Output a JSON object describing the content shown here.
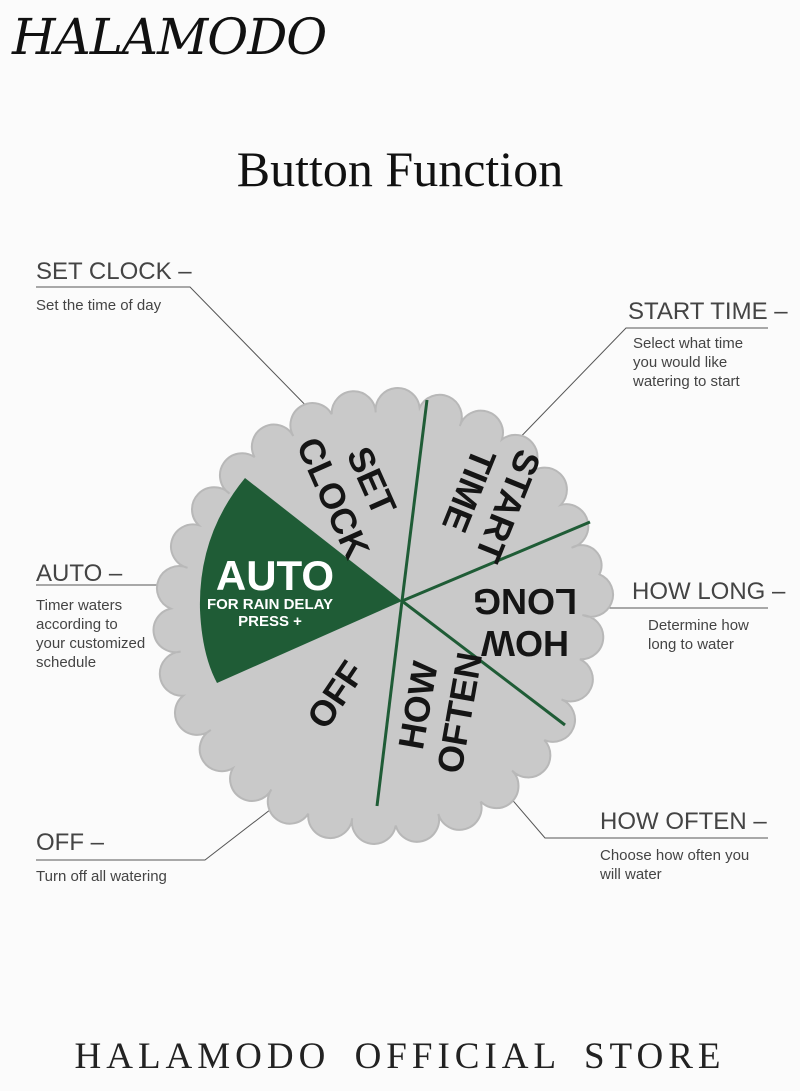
{
  "brand": {
    "logo": "HALAMODO",
    "footer": "HALAMODO  OFFICIAL  STORE"
  },
  "title": "Button Function",
  "dial": {
    "segments": {
      "auto": "AUTO",
      "auto_sub1": "FOR RAIN DELAY",
      "auto_sub2": "PRESS +",
      "set1": "SET",
      "set2": "CLOCK",
      "start1": "START",
      "start2": "TIME",
      "long1": "HOW",
      "long2": "LONG",
      "often1": "HOW",
      "often2": "OFTEN",
      "off": "OFF"
    },
    "colors": {
      "body": "#c9c9c9",
      "auto_fill": "#1f5c36",
      "divider": "#1f5c36",
      "text": "#151515"
    }
  },
  "callouts": {
    "set_clock": {
      "title": "SET CLOCK –",
      "desc": [
        "Set the time of day"
      ]
    },
    "start_time": {
      "title": "START TIME –",
      "desc": [
        "Select what time",
        "you would like",
        "watering to start"
      ]
    },
    "auto": {
      "title": "AUTO –",
      "desc": [
        "Timer waters",
        "according to",
        "your customized",
        "schedule"
      ]
    },
    "how_long": {
      "title": "HOW LONG –",
      "desc": [
        "Determine how",
        "long to water"
      ]
    },
    "off": {
      "title": "OFF –",
      "desc": [
        "Turn off all watering"
      ]
    },
    "how_often": {
      "title": "HOW OFTEN –",
      "desc": [
        "Choose how often you",
        "will water"
      ]
    }
  }
}
